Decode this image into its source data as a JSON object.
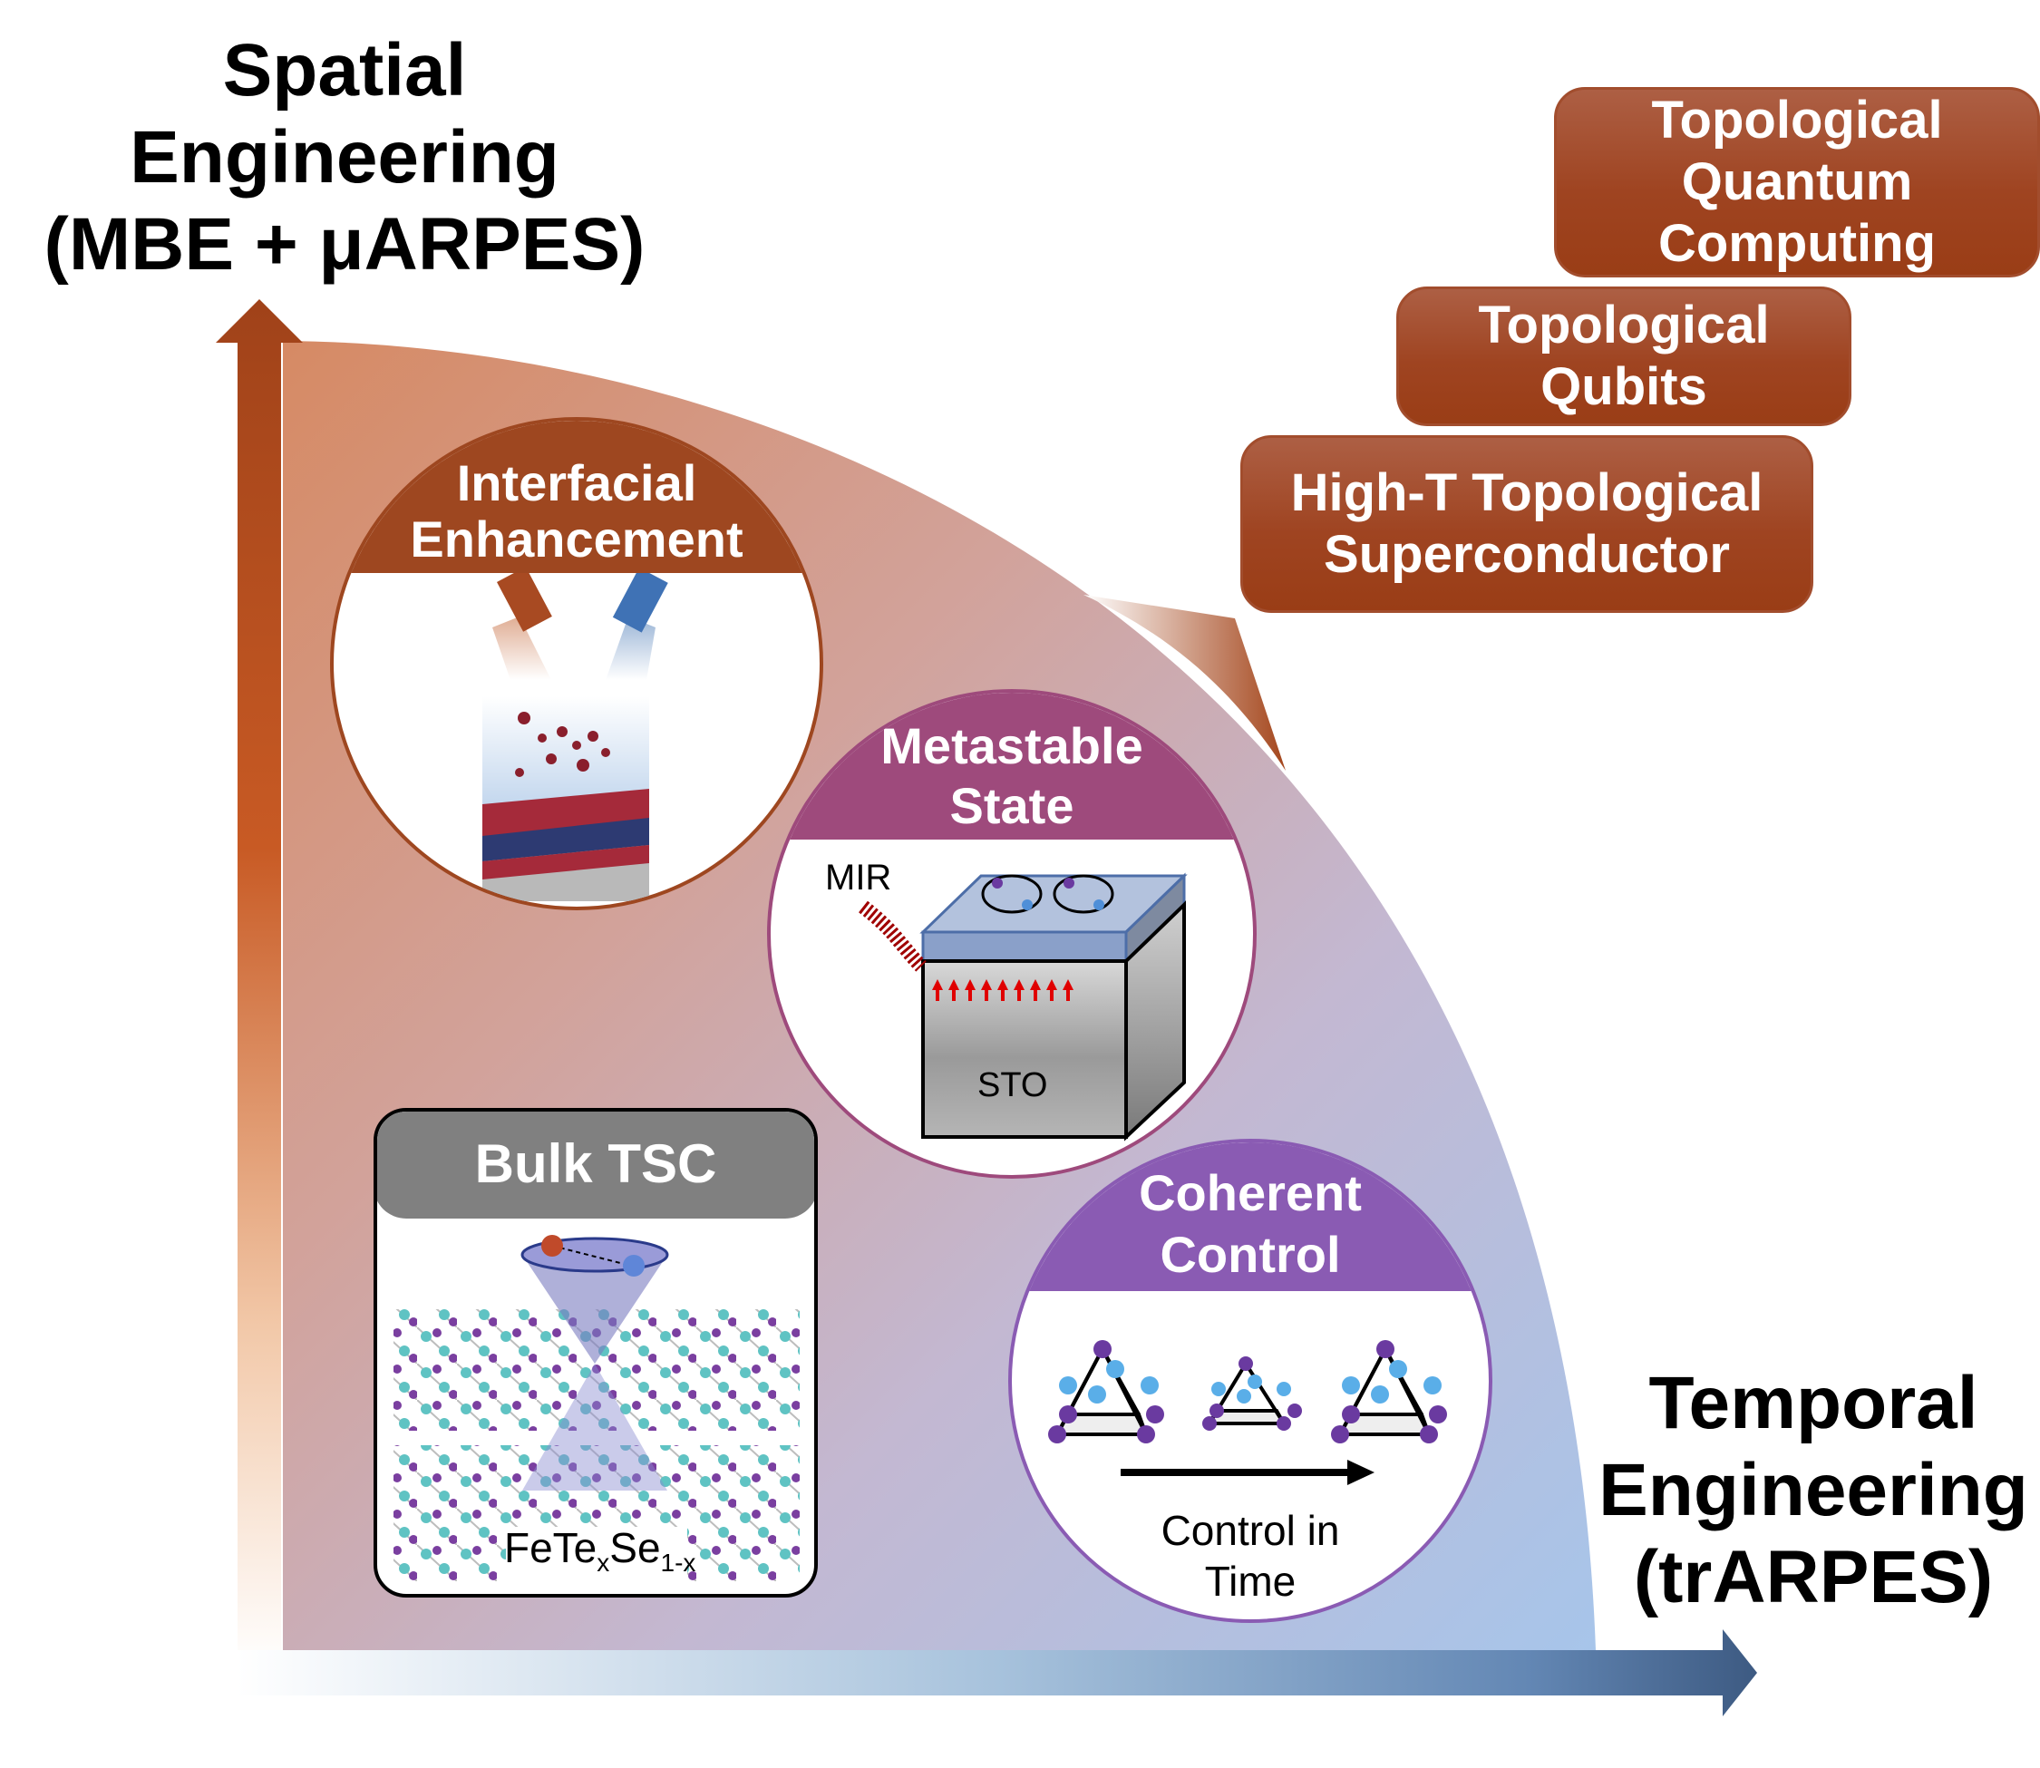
{
  "axes": {
    "vertical": {
      "title_lines": [
        "Spatial",
        "Engineering",
        "(MBE + μARPES)"
      ],
      "color": "#a04219"
    },
    "horizontal": {
      "title_lines": [
        "Temporal",
        "Engineering",
        "(trARPES)"
      ],
      "color": "#3d5a82"
    }
  },
  "goals": [
    {
      "lines": [
        "High-T Topological",
        "Superconductor"
      ]
    },
    {
      "lines": [
        "Topological",
        "Qubits"
      ]
    },
    {
      "lines": [
        "Topological",
        "Quantum",
        "Computing"
      ]
    }
  ],
  "badges": {
    "interfacial": {
      "title_lines": [
        "Interfacial",
        "Enhancement"
      ],
      "color": "#9e4720",
      "illustration": "mbe-deposition-icon"
    },
    "metastable": {
      "title_lines": [
        "Metastable",
        "State"
      ],
      "color": "#9e4a7c",
      "mir_label": "MIR",
      "substrate_label": "STO"
    },
    "bulk": {
      "title": "Bulk TSC",
      "color": "#808080",
      "formula": {
        "base": "FeTe",
        "sub1": "x",
        "mid": "Se",
        "sub2": "1-x"
      }
    },
    "coherent": {
      "title_lines": [
        "Coherent",
        "Control"
      ],
      "color": "#8a5bb3",
      "caption_lines": [
        "Control in",
        "Time"
      ]
    }
  }
}
